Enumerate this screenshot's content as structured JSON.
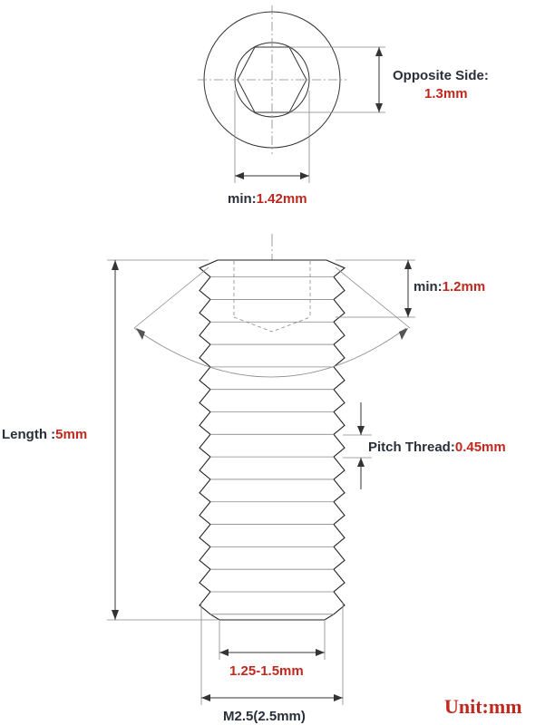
{
  "labels": {
    "opposite_side_prefix": "Opposite Side:",
    "opposite_side_value": "1.3mm",
    "head_min_prefix": "min:",
    "head_min_value": "1.42mm",
    "socket_min_prefix": "min:",
    "socket_min_value": "1.2mm",
    "length_prefix": "Length :",
    "length_value": "5mm",
    "pitch_prefix": "Pitch Thread:",
    "pitch_value": "0.45mm",
    "tip_diameter": "1.25-1.5mm",
    "major_diameter": "M2.5(2.5mm)",
    "unit": "Unit:mm"
  },
  "colors": {
    "dark_text": "#2a2f3a",
    "value_red": "#c0281e"
  },
  "thread_count": 16
}
